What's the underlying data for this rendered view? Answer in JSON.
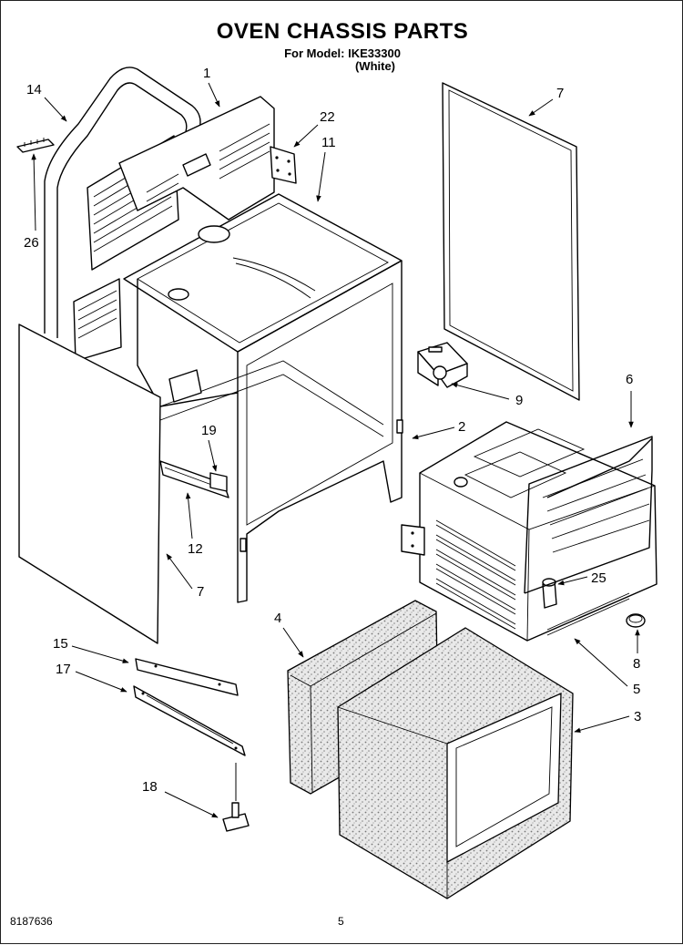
{
  "title": "OVEN CHASSIS PARTS",
  "model_line": "For Model: IKE33300",
  "color_line": "(White)",
  "doc_number": "8187636",
  "page_number": "5",
  "callouts": [
    "1",
    "2",
    "3",
    "4",
    "5",
    "6",
    "7",
    "7",
    "8",
    "9",
    "11",
    "12",
    "14",
    "15",
    "17",
    "18",
    "19",
    "22",
    "25",
    "26"
  ],
  "colors": {
    "line": "#000000",
    "background": "#ffffff"
  }
}
